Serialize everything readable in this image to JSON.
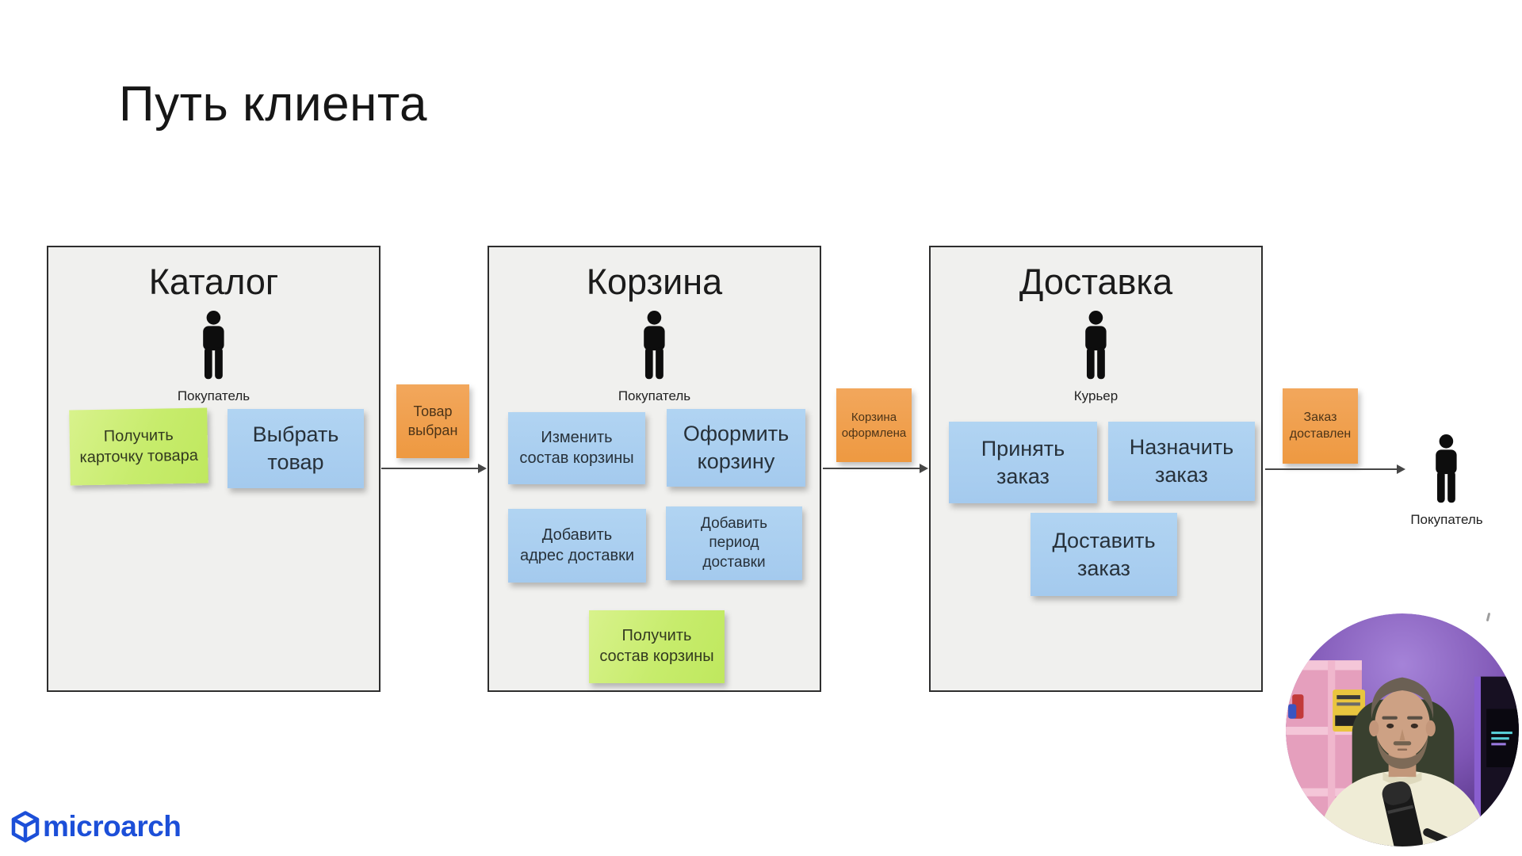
{
  "slide": {
    "title": "Путь клиента"
  },
  "stages": [
    {
      "name": "Каталог",
      "actor": "Покупатель",
      "notes": {
        "get_card": "Получить\nкарточку товара",
        "choose_product": "Выбрать\nтовар"
      }
    },
    {
      "name": "Корзина",
      "actor": "Покупатель",
      "notes": {
        "edit_cart": "Изменить\nсостав корзины",
        "checkout_cart": "Оформить\nкорзину",
        "add_address": "Добавить\nадрес доставки",
        "add_period": "Добавить\nпериод\nдоставки",
        "get_cart": "Получить\nсостав корзины"
      }
    },
    {
      "name": "Доставка",
      "actor": "Курьер",
      "notes": {
        "accept_order": "Принять\nзаказ",
        "assign_order": "Назначить\nзаказ",
        "deliver_order": "Доставить\nзаказ"
      }
    }
  ],
  "transitions": {
    "product_chosen": "Товар\nвыбран",
    "cart_completed": "Корзина\nоформлена",
    "order_delivered": "Заказ\nдоставлен"
  },
  "end_actor": "Покупатель",
  "logo": {
    "text": "microarch",
    "color": "#1c4fd8"
  },
  "colors": {
    "stage_bg": "#f0f0ee",
    "stage_border": "#2e2e2e",
    "note_green": "#c7ec6c",
    "note_blue": "#a8cdf0",
    "note_orange": "#f09d4e",
    "arrow": "#474747",
    "logo_blue": "#1c4fd8"
  }
}
